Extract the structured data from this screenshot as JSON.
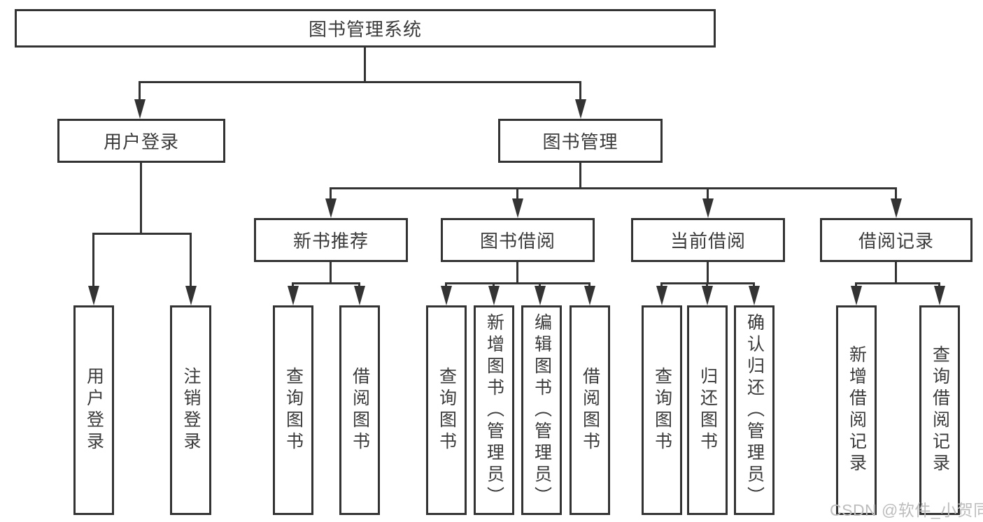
{
  "tree": {
    "label": "图书管理系统",
    "children": [
      {
        "label": "用户登录",
        "children": [
          {
            "label": "用户登录"
          },
          {
            "label": "注销登录"
          }
        ]
      },
      {
        "label": "图书管理",
        "children": [
          {
            "label": "新书推荐",
            "children": [
              {
                "label": "查询图书"
              },
              {
                "label": "借阅图书"
              }
            ]
          },
          {
            "label": "图书借阅",
            "children": [
              {
                "label": "查询图书"
              },
              {
                "label": "新增图书（管理员）"
              },
              {
                "label": "编辑图书（管理员）"
              },
              {
                "label": "借阅图书"
              }
            ]
          },
          {
            "label": "当前借阅",
            "children": [
              {
                "label": "查询图书"
              },
              {
                "label": "归还图书"
              },
              {
                "label": "确认归还（管理员）"
              }
            ]
          },
          {
            "label": "借阅记录",
            "children": [
              {
                "label": "新增借阅记录"
              },
              {
                "label": "查询借阅记录"
              }
            ]
          }
        ]
      }
    ]
  },
  "watermark": "CSDN @软件_小贺同学",
  "colors": {
    "line": "#333333",
    "text": "#3a3a3a",
    "watermark": "#bdbdbd",
    "background": "#ffffff"
  }
}
